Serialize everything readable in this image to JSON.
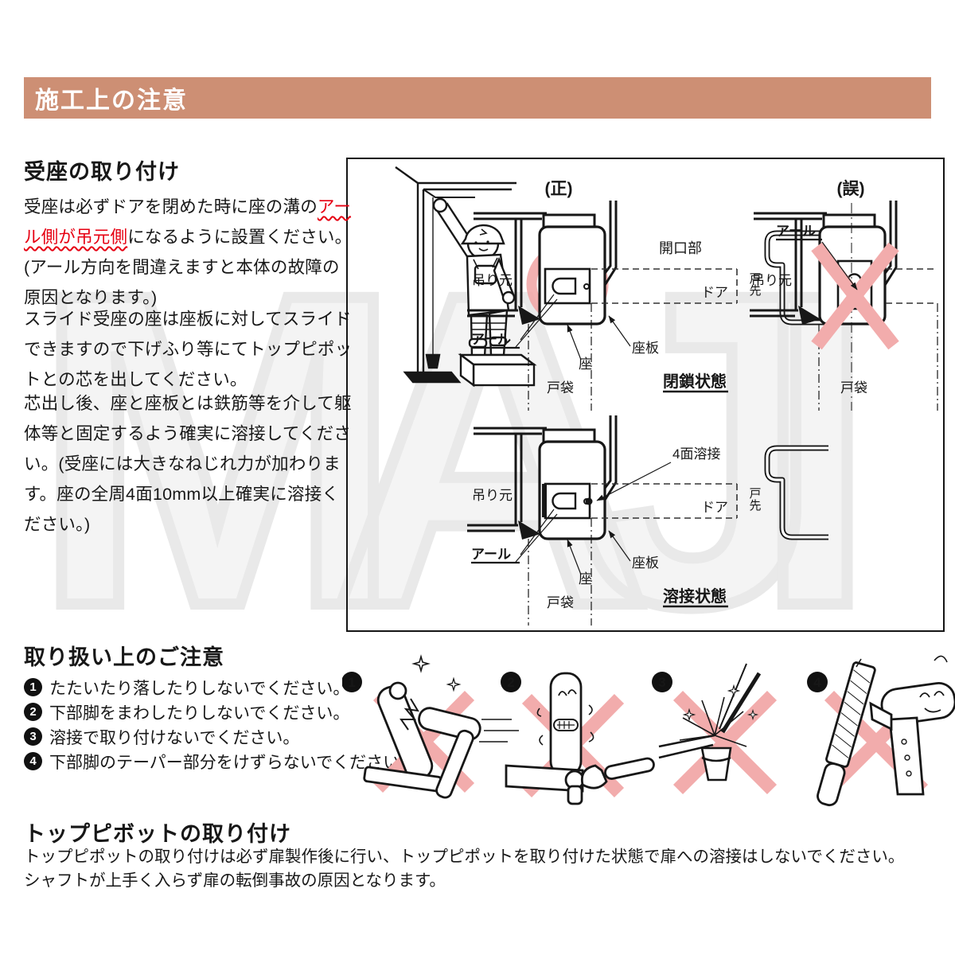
{
  "banner": {
    "title": "施工上の注意"
  },
  "watermark": "MAJI",
  "colors": {
    "banner_bg": "#cd8f74",
    "red_text": "#e60012",
    "pink_x": "#f2acac",
    "highlight_circle": "#f1a3a3",
    "watermark_gray": "#e9e9e9"
  },
  "mounting": {
    "heading": "受座の取り付け",
    "p1_before": "受座は必ずドアを閉めた時に座の溝の",
    "p1_red": "アール側が吊元側",
    "p1_after": "になるように設置ください。",
    "p1_note": "(アール方向を間違えますと本体の故障の原因となります。)",
    "p2": "スライド受座の座は座板に対してスライドできますので下げふり等にてトップピポットとの芯を出してください。",
    "p3": "芯出し後、座と座板とは鉄筋等を介して躯体等と固定するよう確実に溶接してください。(受座には大きなねじれ力が加わります。座の全周4面10mm以上確実に溶接ください。)"
  },
  "diagram": {
    "correct_title": "(正)",
    "wrong_title": "(誤)",
    "labels": {
      "hanging_side": "吊り元",
      "radius": "アール",
      "seat": "座",
      "seat_plate": "座板",
      "door_pocket": "戸袋",
      "opening": "開口部",
      "door": "ドア",
      "door_end": "戸先",
      "closed_state": "閉鎖状態",
      "weld_state": "溶接状態",
      "weld_4sides": "4面溶接"
    }
  },
  "handling": {
    "heading": "取り扱い上のご注意",
    "items": [
      {
        "num": "1",
        "text": "たたいたり落したりしないでください。"
      },
      {
        "num": "2",
        "text": "下部脚をまわしたりしないでください。"
      },
      {
        "num": "3",
        "text": "溶接で取り付けないでください。"
      },
      {
        "num": "4",
        "text": "下部脚のテーパー部分をけずらないでください。"
      }
    ]
  },
  "pivot": {
    "heading": "トップピボットの取り付け",
    "line1": "トップピポットの取り付けは必ず扉製作後に行い、トップピポットを取り付けた状態で扉への溶接はしないでください。",
    "line2": "シャフトが上手く入らず扉の転倒事故の原因となります。"
  }
}
